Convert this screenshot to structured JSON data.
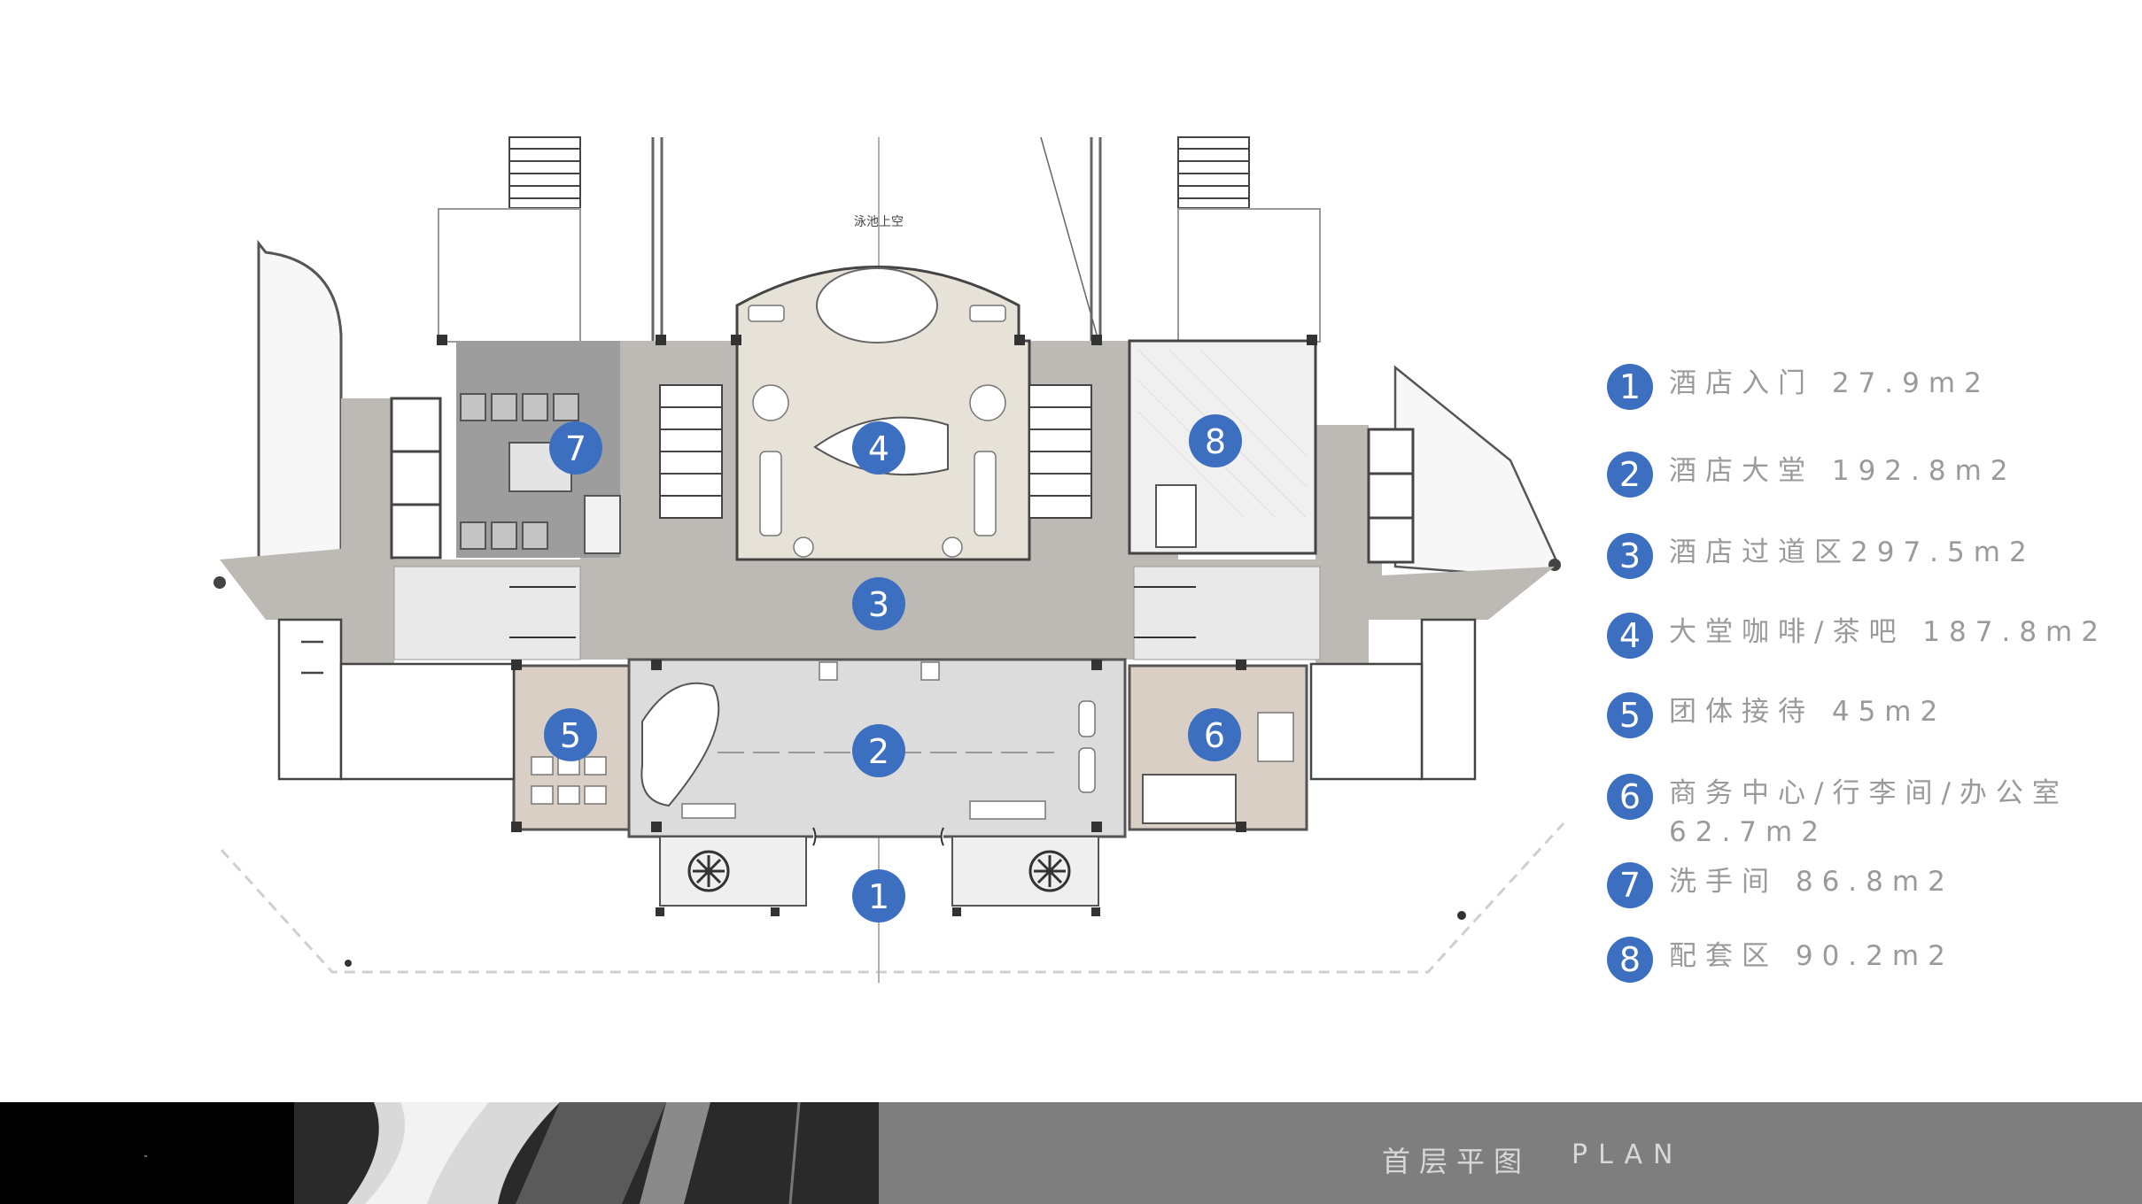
{
  "plan": {
    "pool_label": "泳池上空",
    "markers": [
      {
        "num": "1"
      },
      {
        "num": "2"
      },
      {
        "num": "3"
      },
      {
        "num": "4"
      },
      {
        "num": "5"
      },
      {
        "num": "6"
      },
      {
        "num": "7"
      },
      {
        "num": "8"
      }
    ]
  },
  "legend": [
    {
      "num": "1",
      "text": "酒店入门 27.9m2"
    },
    {
      "num": "2",
      "text": "酒店大堂 192.8m2"
    },
    {
      "num": "3",
      "text": "酒店过道区297.5m2"
    },
    {
      "num": "4",
      "text": "大堂咖啡/茶吧 187.8m2"
    },
    {
      "num": "5",
      "text": "团体接待 45m2"
    },
    {
      "num": "6",
      "text": "商务中心/行李间/办公室 62.7m2"
    },
    {
      "num": "7",
      "text": "洗手间 86.8m2"
    },
    {
      "num": "8",
      "text": "配套区 90.2m2"
    }
  ],
  "footer": {
    "title": "首层平图",
    "subtitle": "PLAN"
  },
  "colors": {
    "marker": "#3d6fc1",
    "corridor": "#bdbab5",
    "lobby": "#dcdcdc",
    "cafe": "#e6e2d8",
    "washroom": "#9d9d9d",
    "office": "#d9cfc4",
    "legend_text": "#9a9a9a",
    "footer_gray": "#7e7e7e"
  }
}
